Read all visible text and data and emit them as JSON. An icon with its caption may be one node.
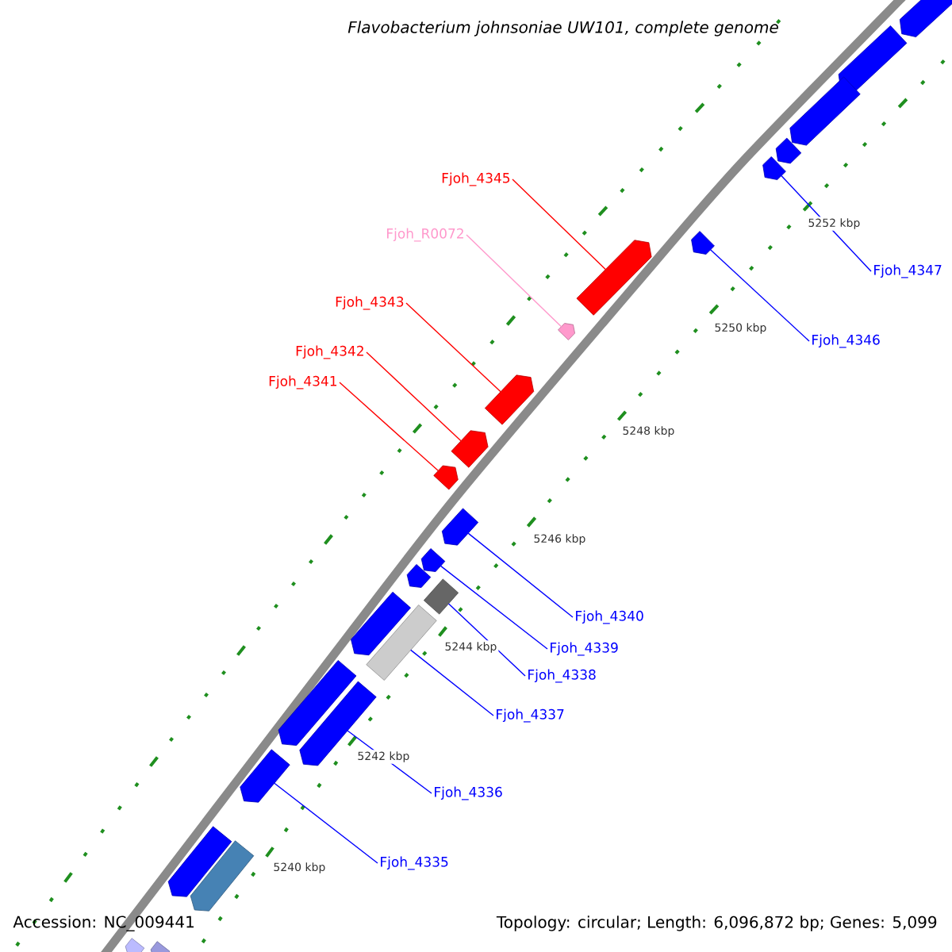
{
  "diagram": {
    "title": "Flavobacterium johnsoniae UW101, complete genome",
    "nodes": [
      {
        "text": [
          "Fjoh_4345"
        ]
      },
      {
        "text": [
          "Fjoh_R0072"
        ]
      },
      {
        "text": [
          "Fjoh_4347"
        ]
      },
      {
        "text": [
          "Fjoh_4343"
        ]
      },
      {
        "text": [
          "Fjoh_4346"
        ]
      },
      {
        "text": [
          "Fjoh_4342"
        ]
      },
      {
        "text": [
          "Fjoh_4341"
        ]
      },
      {
        "text": [
          "Fjoh_4340"
        ]
      },
      {
        "text": [
          "Fjoh_4339"
        ]
      },
      {
        "text": [
          "Fjoh_4338"
        ]
      },
      {
        "text": [
          "Fjoh_4337"
        ]
      },
      {
        "text": [
          "Fjoh_4336"
        ]
      },
      {
        "text": [
          "Fjoh_4335"
        ]
      },
      {
        "text": [],
        "shape": "arrow"
      },
      {
        "text": [],
        "shape": "arrow"
      },
      {
        "text": [],
        "shape": "arrow"
      },
      {
        "text": [],
        "shape": "arrow"
      },
      {
        "text": [],
        "shape": "arrow"
      },
      {
        "text": [],
        "shape": "arrow"
      },
      {
        "text": [],
        "shape": "arrow"
      },
      {
        "text": [],
        "shape": "arrow"
      },
      {
        "text": [],
        "shape": "arrow"
      },
      {
        "text": [],
        "shape": "arrow"
      },
      {
        "text": [],
        "shape": "arrow"
      },
      {
        "text": [],
        "shape": "arrow"
      },
      {
        "text": [],
        "shape": "arrow"
      },
      {
        "text": [],
        "shape": "arrow"
      },
      {
        "text": [],
        "shape": "box"
      },
      {
        "text": [],
        "shape": "arrow"
      },
      {
        "text": [],
        "shape": "box"
      },
      {
        "text": [],
        "shape": "arrow"
      },
      {
        "text": [],
        "shape": "arrow"
      },
      {
        "text": [],
        "shape": "arrow"
      },
      {
        "text": [],
        "shape": "arrow"
      },
      {
        "text": [],
        "shape": "arrow"
      },
      {
        "text": [],
        "shape": "arrow"
      },
      {
        "text": [],
        "shape": "arrow"
      }
    ],
    "edges": [
      {
        "from": 0,
        "to": 19,
        "arrow": "none",
        "color": "#ff0000"
      },
      {
        "from": 1,
        "to": 20,
        "arrow": "none",
        "color": "#ff99cc"
      },
      {
        "from": 2,
        "to": 17,
        "arrow": "none"
      },
      {
        "from": 3,
        "to": 21,
        "arrow": "none",
        "color": "#ff0000"
      },
      {
        "from": 4,
        "to": 18,
        "arrow": "none"
      },
      {
        "from": 5,
        "to": 22,
        "arrow": "none",
        "color": "#ff0000"
      },
      {
        "from": 6,
        "to": 23,
        "arrow": "none",
        "color": "#ff0000"
      },
      {
        "from": 7,
        "to": 24,
        "arrow": "none"
      },
      {
        "from": 8,
        "to": 25,
        "arrow": "none"
      },
      {
        "from": 9,
        "to": 27,
        "arrow": "none"
      },
      {
        "from": 10,
        "to": 29,
        "arrow": "none"
      },
      {
        "from": 11,
        "to": 31,
        "arrow": "none"
      },
      {
        "from": 12,
        "to": 32,
        "arrow": "none"
      }
    ],
    "labels": [
      "5252 kbp",
      "5250 kbp",
      "5248 kbp",
      "5246 kbp",
      "5244 kbp",
      "5242 kbp",
      "5240 kbp",
      "Accession: NC_009441",
      "Topology: circular; Length: 6,096,872 bp; Genes: 5,099"
    ]
  }
}
